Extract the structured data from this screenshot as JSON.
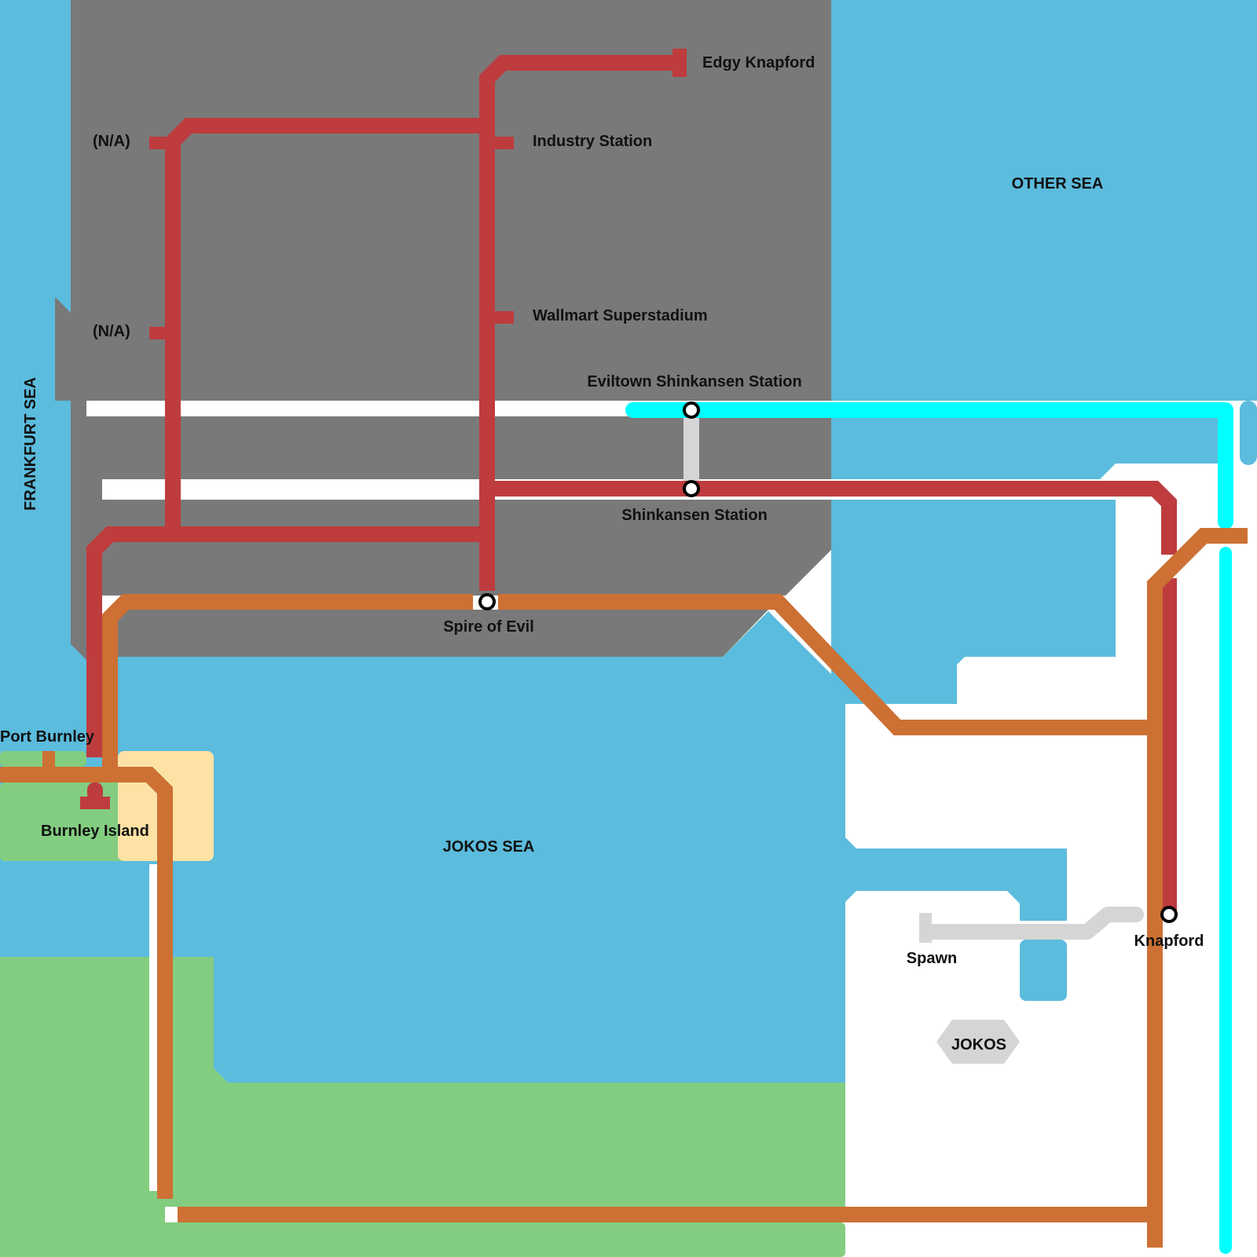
{
  "map": {
    "colors": {
      "background": "#ffffff",
      "water": "#5bbcdd",
      "urban": "#797979",
      "land_green": "#83cd80",
      "sand": "#fee2a5",
      "line_red": "#be3c3e",
      "line_orange": "#cd7034",
      "line_cyan": "#00ffff",
      "connector_grey": "#d5d5d5",
      "station_fill": "#ffffff",
      "station_stroke": "#000000"
    },
    "regions": {
      "frankfurt_sea": "FRANKFURT SEA",
      "other_sea": "OTHER SEA",
      "jokos_sea": "JOKOS SEA",
      "jokos": "JOKOS"
    },
    "lines": [
      {
        "name": "Red Line",
        "color": "#be3c3e"
      },
      {
        "name": "Orange Line",
        "color": "#cd7034"
      },
      {
        "name": "Cyan Line",
        "color": "#00ffff"
      },
      {
        "name": "Grey Connector",
        "color": "#d5d5d5"
      }
    ],
    "stations": {
      "edgy_knapford": "Edgy Knapford",
      "industry_station": "Industry Station",
      "na_upper": "(N/A)",
      "na_lower": "(N/A)",
      "wallmart_superstadium": "Wallmart Superstadium",
      "eviltown_shinkansen": "Eviltown Shinkansen Station",
      "shinkansen_station": "Shinkansen Station",
      "spire_of_evil": "Spire of Evil",
      "port_burnley": "Port Burnley",
      "burnley_island": "Burnley Island",
      "spawn": "Spawn",
      "knapford": "Knapford"
    }
  }
}
